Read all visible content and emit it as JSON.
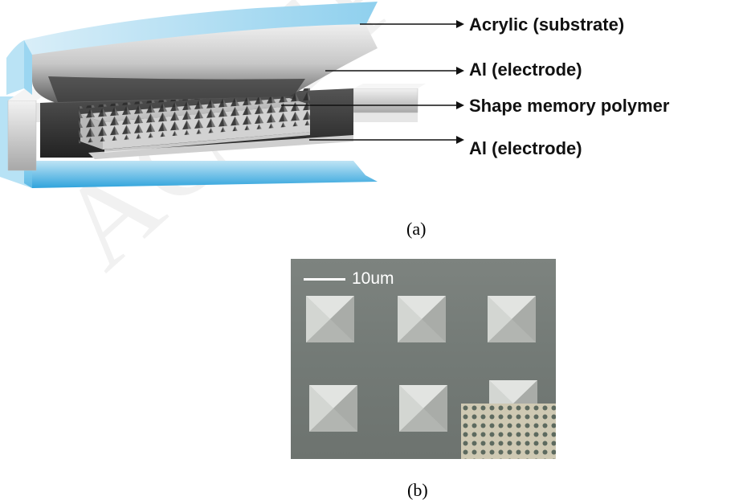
{
  "figure_a": {
    "layer_labels": {
      "substrate": "Acrylic (substrate)",
      "top_electrode": "Al (electrode)",
      "polymer": "Shape memory polymer",
      "bottom_electrode": "Al (electrode)"
    },
    "caption": "(a)"
  },
  "figure_b": {
    "scale_label": "10um",
    "caption": "(b)"
  },
  "watermark": "ACCEPTED"
}
